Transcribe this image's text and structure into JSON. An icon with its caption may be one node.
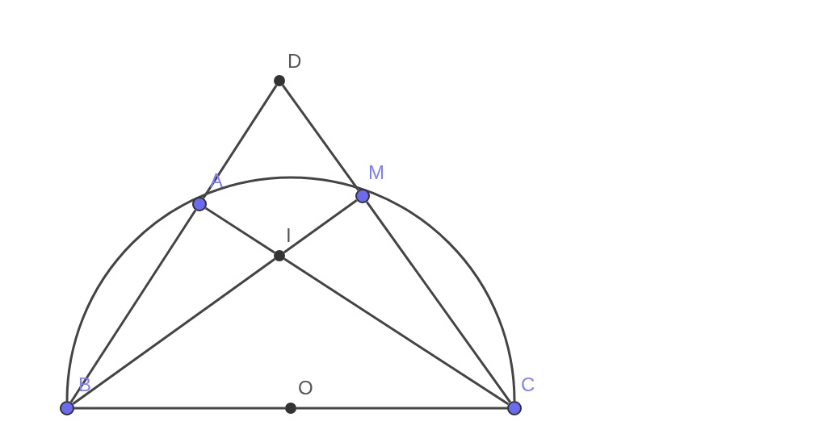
{
  "diagram": {
    "nodes": [
      {
        "text": [],
        "shape": "circle",
        "beside": [
          "D"
        ]
      },
      {
        "text": [],
        "shape": "circle",
        "beside": [
          "A"
        ]
      },
      {
        "text": [],
        "shape": "circle",
        "beside": [
          "M"
        ]
      },
      {
        "text": [],
        "shape": "circle",
        "beside": [
          "I"
        ]
      },
      {
        "text": [],
        "shape": "circle",
        "beside": [
          "B"
        ]
      },
      {
        "text": [],
        "shape": "circle",
        "beside": [
          "O"
        ]
      },
      {
        "text": [],
        "shape": "circle",
        "beside": [
          "C"
        ]
      }
    ],
    "edges": [
      {
        "from": 0,
        "to": 1,
        "arrow": "none"
      },
      {
        "from": 0,
        "to": 2,
        "arrow": "none"
      },
      {
        "from": 2,
        "to": 6,
        "arrow": "none"
      },
      {
        "from": 1,
        "to": 4,
        "arrow": "none"
      },
      {
        "from": 1,
        "to": 3,
        "arrow": "none"
      },
      {
        "from": 3,
        "to": 6,
        "arrow": "none"
      },
      {
        "from": 4,
        "to": 3,
        "arrow": "none"
      },
      {
        "from": 3,
        "to": 2,
        "arrow": "none"
      },
      {
        "from": 4,
        "to": 5,
        "arrow": "none"
      },
      {
        "from": 5,
        "to": 6,
        "arrow": "none"
      },
      {
        "from": 4,
        "to": 6,
        "arrow": "none"
      }
    ]
  }
}
